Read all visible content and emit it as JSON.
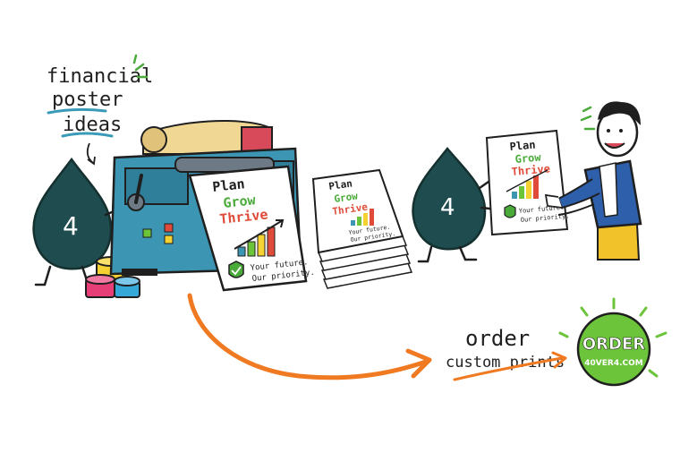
{
  "caption": {
    "line1": "financial",
    "line2": "poster",
    "line3": "ideas"
  },
  "mascot": {
    "number": "4"
  },
  "poster": {
    "word1": "Plan",
    "word2": "Grow",
    "word3": "Thrive",
    "tagline1": "Your future.",
    "tagline2": "Our priority."
  },
  "cta": {
    "line1": "order",
    "line2": "custom prints"
  },
  "badge": {
    "label": "ORDER",
    "url": "40VER4.COM"
  },
  "colors": {
    "ink_drop": "#1f4c4f",
    "machine": "#3b95b3",
    "arrow": "#f07a22",
    "badge_green": "#6cc43a",
    "accent_red": "#e04b39",
    "accent_green": "#4aaa3a",
    "jacket": "#2d5fab",
    "pants": "#f2c22a"
  }
}
